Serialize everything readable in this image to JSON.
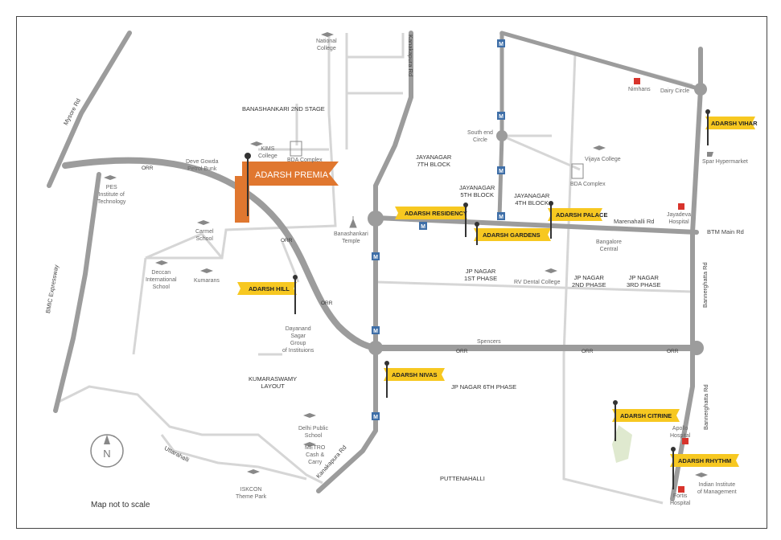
{
  "map": {
    "note": "Map not to scale",
    "compass_letter": "N",
    "colors": {
      "road_major": "#9c9c9c",
      "road_minor": "#d6d6d6",
      "flag_yellow": "#f7c821",
      "premia_orange": "#e0772f",
      "hospital_red": "#d8342c",
      "metro_blue": "#3f6fa8",
      "park_green": "#dfe9cf"
    }
  },
  "roads": {
    "mysore_rd": "Mysore Rd",
    "bmic": "BMIC Expressway",
    "kanakapura_top": "Kanakapura Rd",
    "kanakapura_bottom": "Kanakapura Rd",
    "marenahalli": "Marenahalli Rd",
    "btm": "BTM Main Rd",
    "bannerghatta_top": "Bannerghatta Rd",
    "bannerghatta_bottom": "Bannerghatta Rd",
    "uttarahalli": "Uttarahalli",
    "orr": "ORR"
  },
  "projects": {
    "premia": "ADARSH PREMIA",
    "residency": "ADARSH RESIDENCY",
    "gardens": "ADARSH GARDENS",
    "palace": "ADARSH PALACE",
    "vihar": "ADARSH VIHAR",
    "hill": "ADARSH HILL",
    "nivas": "ADARSH NIVAS",
    "citrine": "ADARSH CITRINE",
    "rhythm": "ADARSH RHYTHM"
  },
  "areas": {
    "banashankari": "BANASHANKARI 2ND STAGE",
    "jayanagar7": [
      "JAYANAGAR",
      "7TH BLOCK"
    ],
    "jayanagar5": [
      "JAYANAGAR",
      "5TH BLOCK"
    ],
    "jayanagar4": [
      "JAYANAGAR",
      "4TH BLOCK"
    ],
    "jpnagar1": [
      "JP NAGAR",
      "1ST PHASE"
    ],
    "jpnagar2": [
      "JP NAGAR",
      "2ND PHASE"
    ],
    "jpnagar3": [
      "JP NAGAR",
      "3RD PHASE"
    ],
    "jpnagar6": "JP NAGAR 6TH PHASE",
    "kumaraswamy": [
      "KUMARASWAMY",
      "LAYOUT"
    ],
    "puttenahalli": "PUTTENAHALLI"
  },
  "landmarks": {
    "national_college": [
      "National",
      "College"
    ],
    "kims": [
      "KIMS",
      "College"
    ],
    "bda1": "BDA Complex",
    "deve_gowda": [
      "Deve Gowda",
      "Petrol Bunk"
    ],
    "pes": [
      "PES",
      "Institute of",
      "Technology"
    ],
    "carmel": [
      "Carmel",
      "School"
    ],
    "deccan": [
      "Deccan",
      "International",
      "School"
    ],
    "kumarans": "Kumarans",
    "dayanand": [
      "Dayanand",
      "Sagar",
      "Group",
      "of Instituions"
    ],
    "banashankari_temple": [
      "Banashankari",
      "Temple"
    ],
    "south_end": [
      "South end",
      "Circle"
    ],
    "vijaya": "Vijaya College",
    "bda2": "BDA Complex",
    "nimhans": "Nimhans",
    "dairy": "Dairy Circle",
    "spar": "Spar Hypermarket",
    "jayadeva": [
      "Jayadeva",
      "Hospital"
    ],
    "bangalore_central": [
      "Bangalore",
      "Central"
    ],
    "rv_dental": "RV Dental College",
    "spencers": "Spencers",
    "dps": [
      "Delhi Public",
      "School"
    ],
    "metro_cc": [
      "METRO",
      "Cash &",
      "Carry"
    ],
    "iskcon": [
      "ISKCON",
      "Theme Park"
    ],
    "apollo": [
      "Apollo",
      "Hospital"
    ],
    "fortis": [
      "Fortis",
      "Hospital"
    ],
    "iim": [
      "Indian Institute",
      "of Management"
    ]
  }
}
